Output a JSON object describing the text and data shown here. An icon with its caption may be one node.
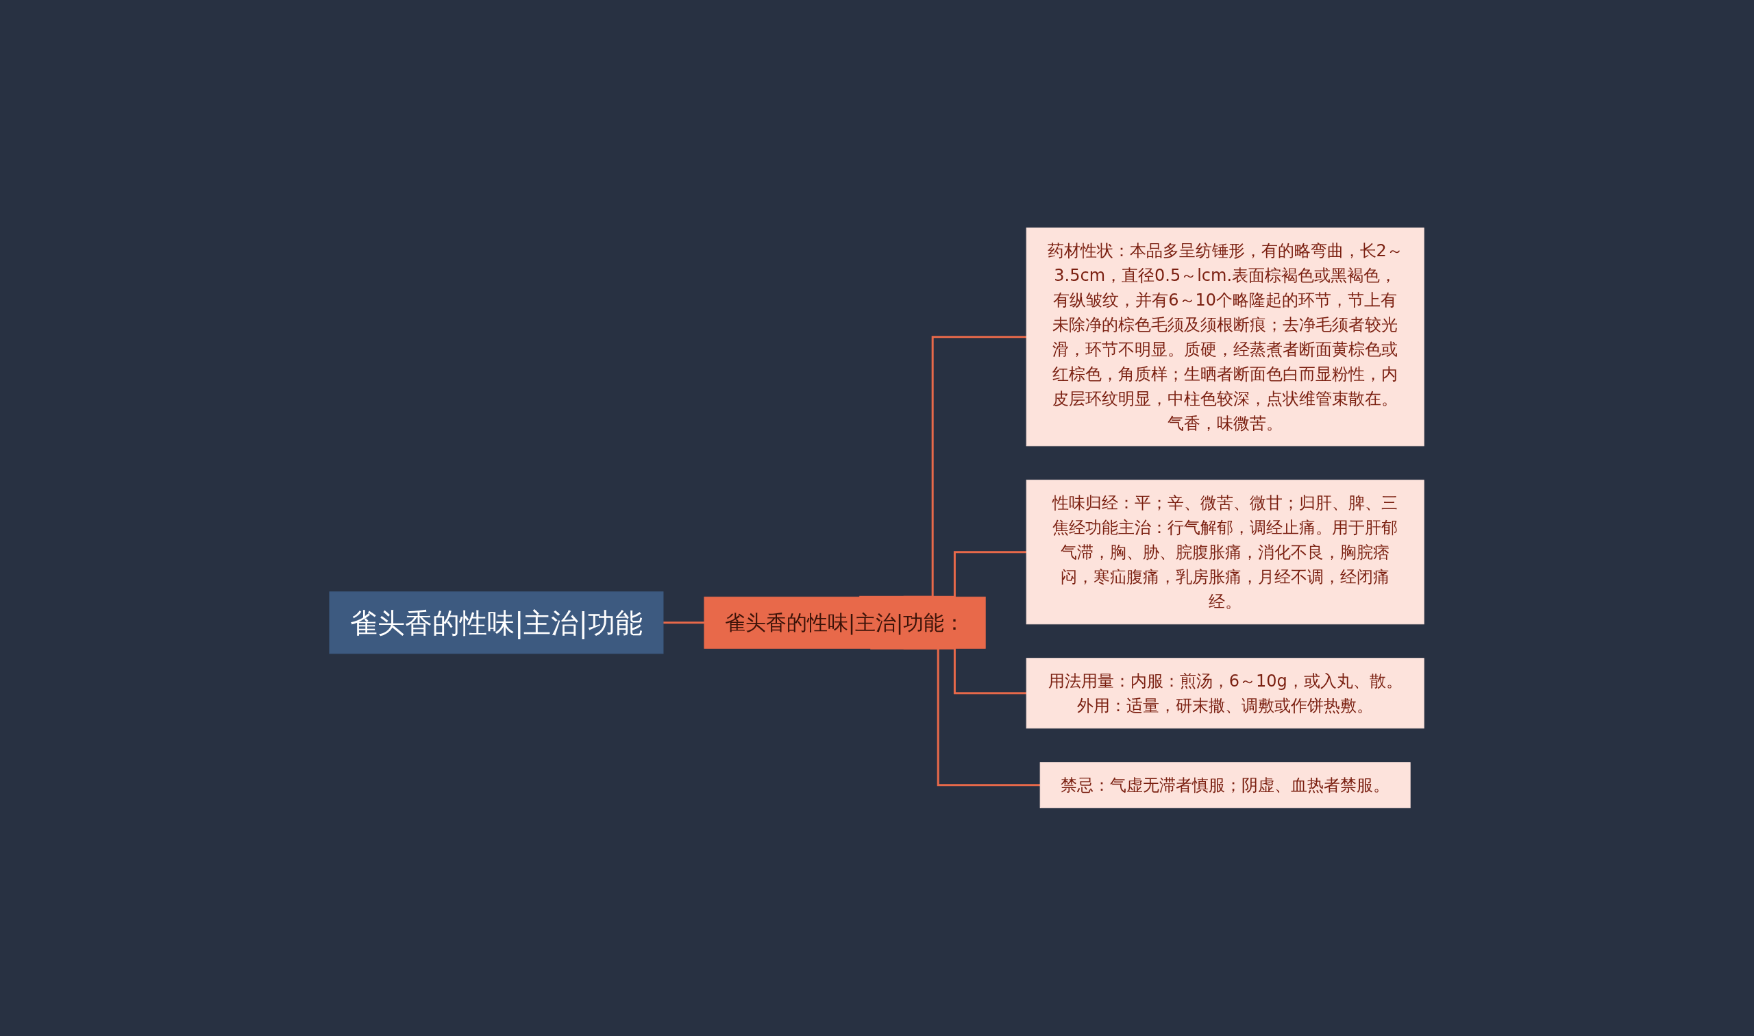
{
  "diagram": {
    "nodes": [
      {
        "text": [
          "雀头香的性味|主治|功能"
        ]
      },
      {
        "text": [
          "雀头香的性味|主治|功能："
        ]
      },
      {
        "text": [
          "药材性状：本品多呈纺锤形，有的略弯曲，长2～3.5cm，直径0.5～lcm.表面棕褐色或黑褐色，有纵皱纹，并有6～10个略隆起的环节，节上有未除净的棕色毛须及须根断痕；去净毛须者较光滑，环节不明显。质硬，经蒸煮者断面黄棕色或红棕色，角质样；生晒者断面色白而显粉性，内皮层环纹明显，中柱色较深，点状维管束散在。气香，味微苦。"
        ]
      },
      {
        "text": [
          "性味归经：平；辛、微苦、微甘；归肝、脾、三焦经功能主治：行气解郁，调经止痛。用于肝郁气滞，胸、胁、脘腹胀痛，消化不良，胸脘痞闷，寒疝腹痛，乳房胀痛，月经不调，经闭痛经。"
        ]
      },
      {
        "text": [
          "用法用量：内服：煎汤，6～10g，或入丸、散。外用：适量，研末撒、调敷或作饼热敷。"
        ]
      },
      {
        "text": [
          "禁忌：气虚无滞者慎服；阴虚、血热者禁服。"
        ]
      }
    ],
    "edges": [
      {
        "from": 0,
        "to": 1,
        "arrow": "none"
      },
      {
        "from": 1,
        "to": 2,
        "arrow": "none"
      },
      {
        "from": 1,
        "to": 3,
        "arrow": "none"
      },
      {
        "from": 1,
        "to": 4,
        "arrow": "none"
      },
      {
        "from": 1,
        "to": 5,
        "arrow": "none"
      }
    ]
  }
}
